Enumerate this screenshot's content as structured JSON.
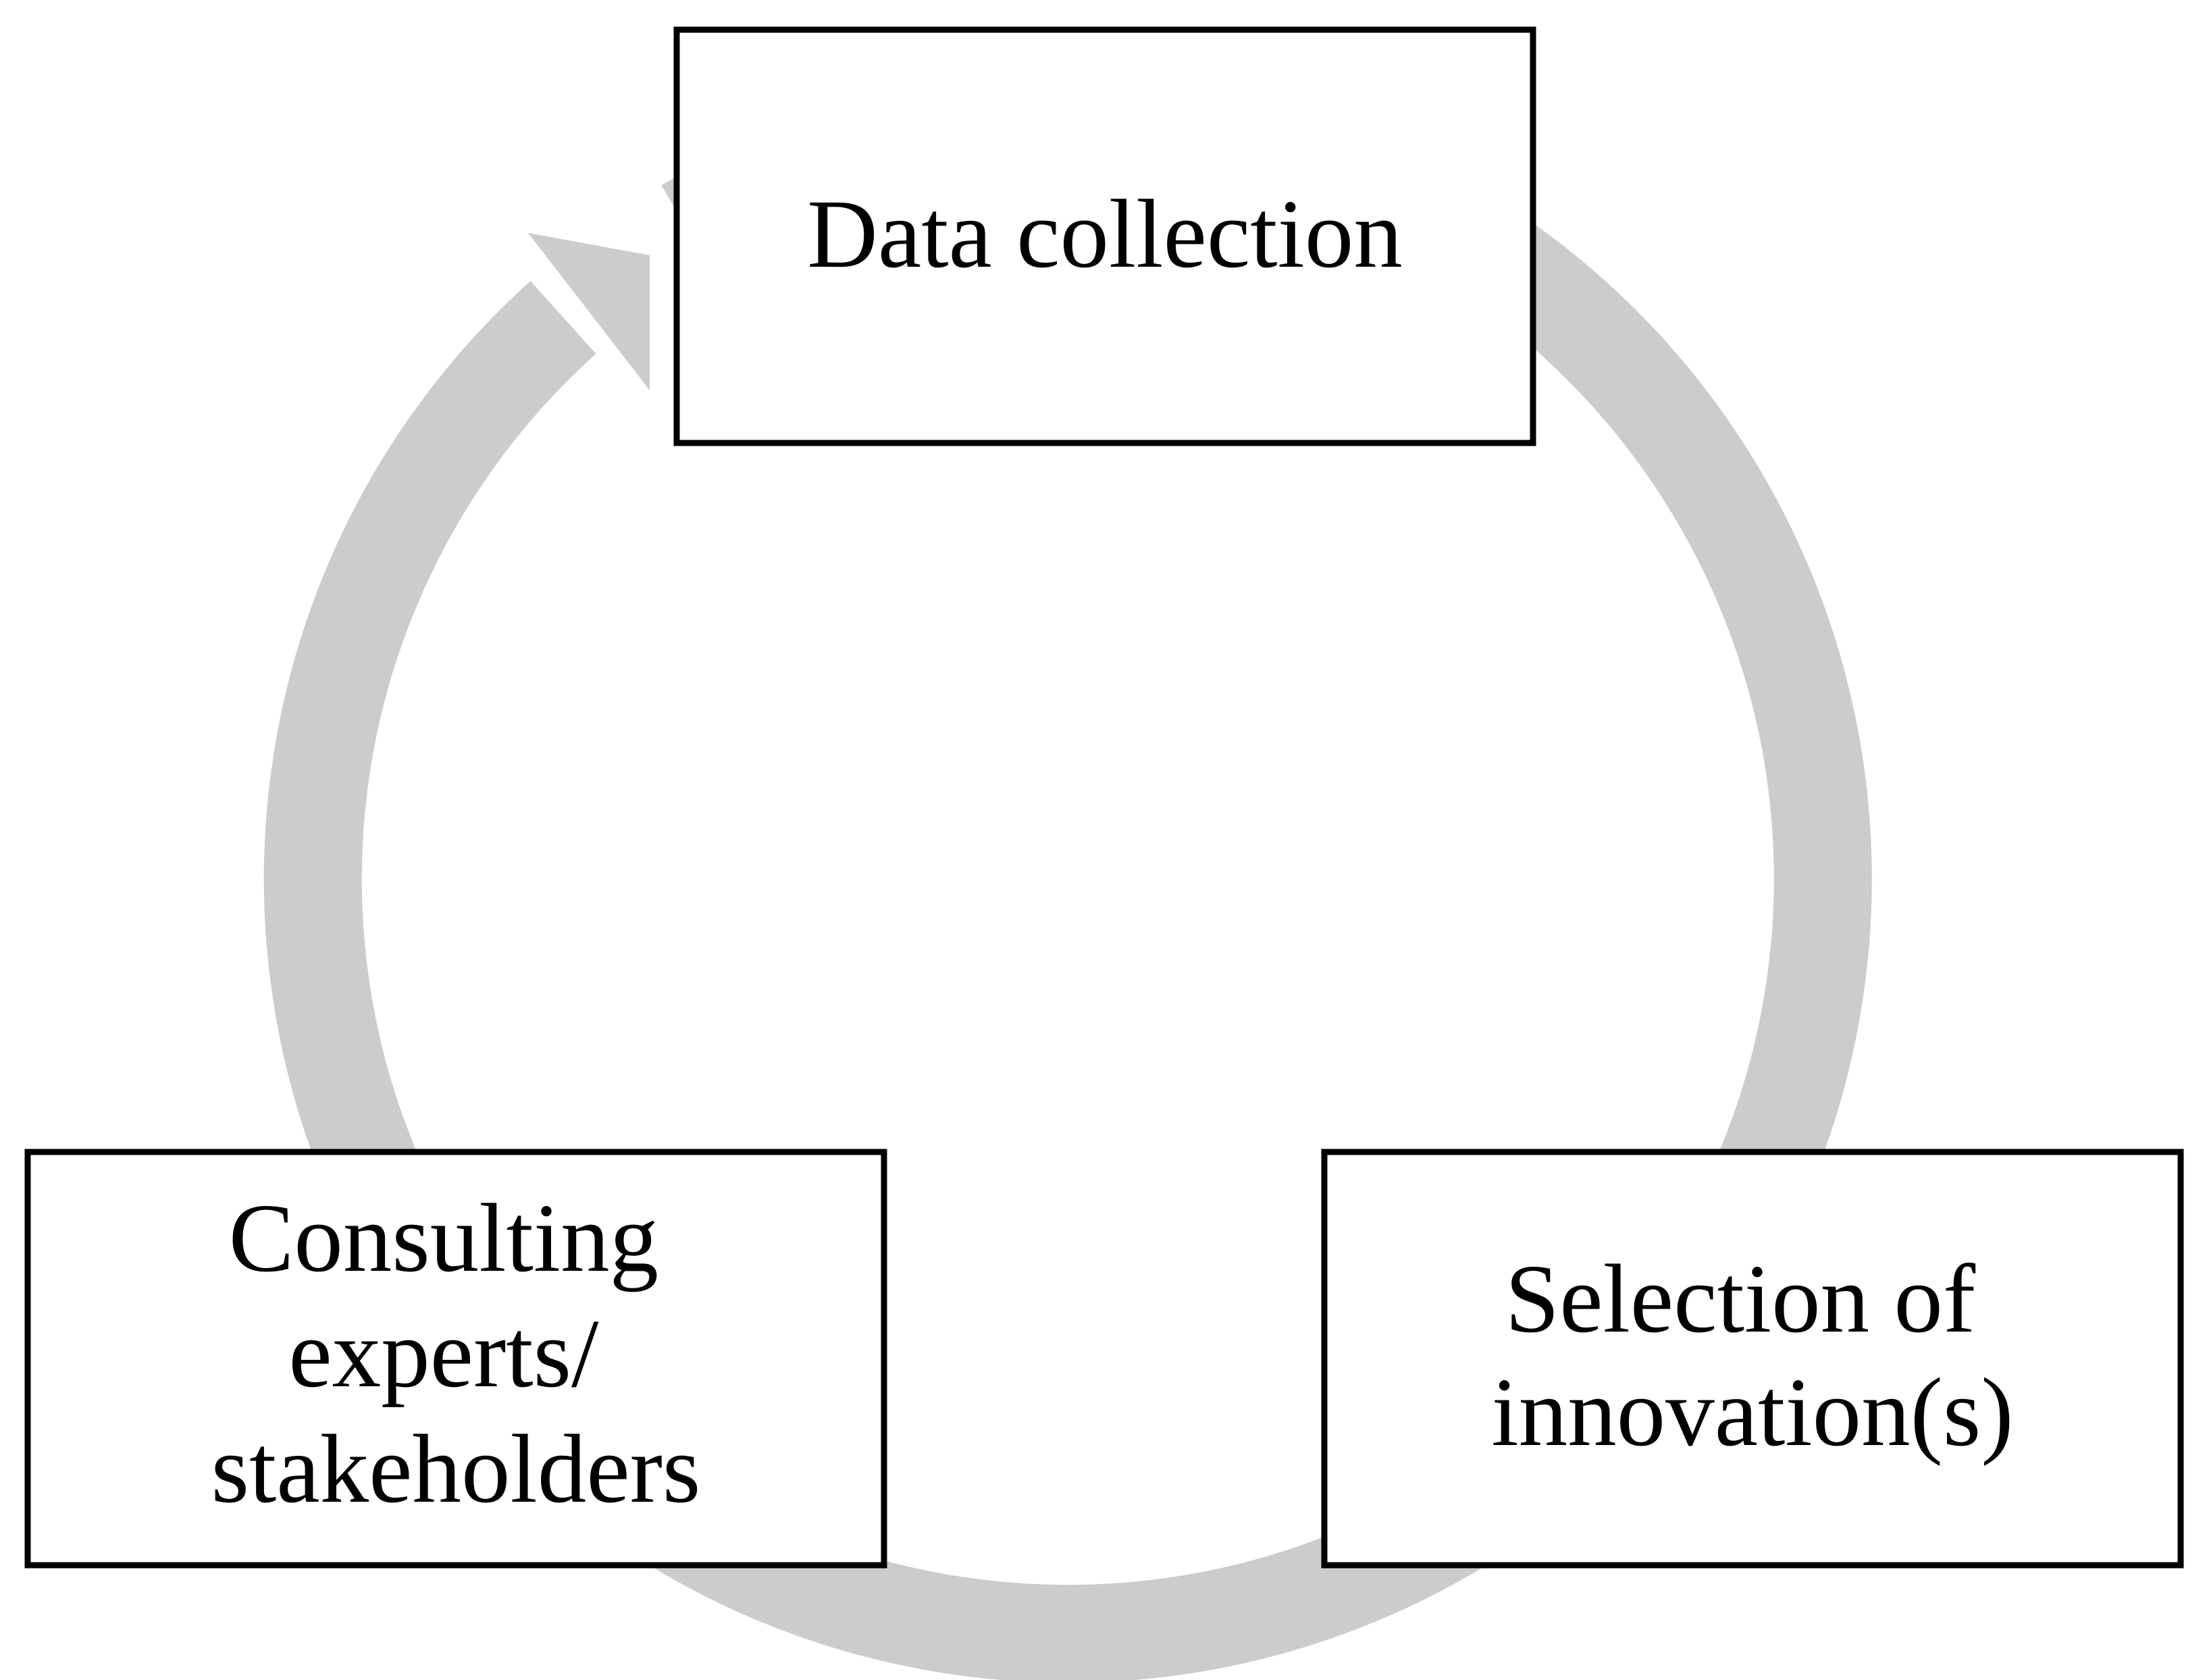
{
  "diagram": {
    "type": "cycle",
    "ring_color": "#cccccc",
    "box_border_color": "#000000",
    "nodes": [
      {
        "id": "data-collection",
        "lines": [
          "Data collection"
        ]
      },
      {
        "id": "selection-of-innovations",
        "lines": [
          "Selection of",
          "innovation(s)"
        ]
      },
      {
        "id": "consulting-experts",
        "lines": [
          "Consulting",
          "experts/",
          "stakeholders"
        ]
      }
    ],
    "edges": [
      {
        "from": "data-collection",
        "to": "selection-of-innovations"
      },
      {
        "from": "selection-of-innovations",
        "to": "consulting-experts"
      },
      {
        "from": "consulting-experts",
        "to": "data-collection",
        "arrowhead": true
      }
    ]
  }
}
